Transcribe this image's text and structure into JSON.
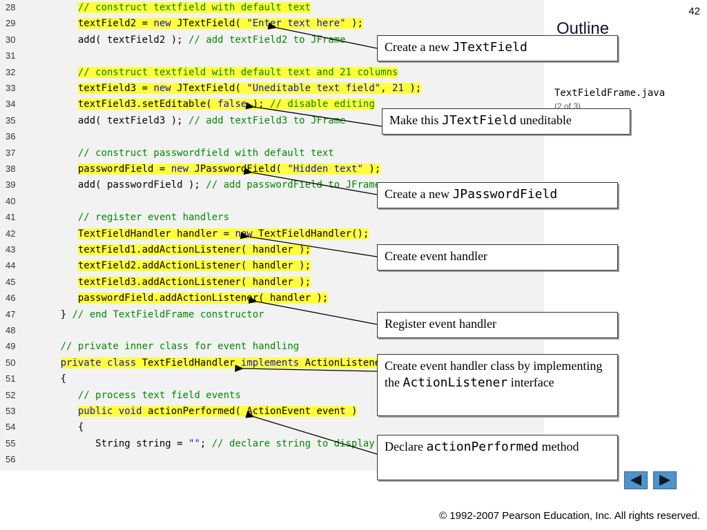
{
  "page_number": "42",
  "outline_title": "Outline",
  "sidebar": {
    "file_name": "TextFieldFrame.java",
    "page_info": "(2 of 3)"
  },
  "code_lines": [
    {
      "num": "28",
      "indent": 3,
      "hl": true,
      "tokens": [
        {
          "t": "// construct textfield with default text",
          "c": "cm"
        }
      ]
    },
    {
      "num": "29",
      "indent": 3,
      "hl": true,
      "tokens": [
        {
          "t": "textField2 = ",
          "c": ""
        },
        {
          "t": "new",
          "c": "kw"
        },
        {
          "t": " JTextField( ",
          "c": ""
        },
        {
          "t": "\"Enter text here\"",
          "c": "st"
        },
        {
          "t": " );",
          "c": ""
        }
      ]
    },
    {
      "num": "30",
      "indent": 3,
      "hl": false,
      "tokens": [
        {
          "t": "add( textField2 ); ",
          "c": ""
        },
        {
          "t": "// add textField2 to JFrame",
          "c": "cm"
        }
      ]
    },
    {
      "num": "31",
      "indent": 0,
      "hl": false,
      "tokens": []
    },
    {
      "num": "32",
      "indent": 3,
      "hl": true,
      "tokens": [
        {
          "t": "// construct textfield with default text and 21 columns",
          "c": "cm"
        }
      ]
    },
    {
      "num": "33",
      "indent": 3,
      "hl": true,
      "tokens": [
        {
          "t": "textField3 = ",
          "c": ""
        },
        {
          "t": "new",
          "c": "kw"
        },
        {
          "t": " JTextField( ",
          "c": ""
        },
        {
          "t": "\"Uneditable text field\"",
          "c": "st"
        },
        {
          "t": ", ",
          "c": ""
        },
        {
          "t": "21",
          "c": "nm"
        },
        {
          "t": " );",
          "c": ""
        }
      ]
    },
    {
      "num": "34",
      "indent": 3,
      "hl": true,
      "tokens": [
        {
          "t": "textField3.setEditable( ",
          "c": ""
        },
        {
          "t": "false",
          "c": "kw"
        },
        {
          "t": " ); ",
          "c": ""
        },
        {
          "t": "// disable editing",
          "c": "cm"
        }
      ]
    },
    {
      "num": "35",
      "indent": 3,
      "hl": false,
      "tokens": [
        {
          "t": "add( textField3 ); ",
          "c": ""
        },
        {
          "t": "// add textField3 to JFrame",
          "c": "cm"
        }
      ]
    },
    {
      "num": "36",
      "indent": 0,
      "hl": false,
      "tokens": []
    },
    {
      "num": "37",
      "indent": 3,
      "hl": false,
      "tokens": [
        {
          "t": "// construct passwordfield with default text",
          "c": "cm"
        }
      ]
    },
    {
      "num": "38",
      "indent": 3,
      "hl": true,
      "tokens": [
        {
          "t": "passwordField = ",
          "c": ""
        },
        {
          "t": "new",
          "c": "kw"
        },
        {
          "t": " JPasswordField( ",
          "c": ""
        },
        {
          "t": "\"Hidden text\"",
          "c": "st"
        },
        {
          "t": " );",
          "c": ""
        }
      ]
    },
    {
      "num": "39",
      "indent": 3,
      "hl": false,
      "tokens": [
        {
          "t": "add( passwordField ); ",
          "c": ""
        },
        {
          "t": "// add passwordField to JFrame",
          "c": "cm"
        }
      ]
    },
    {
      "num": "40",
      "indent": 0,
      "hl": false,
      "tokens": []
    },
    {
      "num": "41",
      "indent": 3,
      "hl": false,
      "tokens": [
        {
          "t": "// register event handlers",
          "c": "cm"
        }
      ]
    },
    {
      "num": "42",
      "indent": 3,
      "hl": true,
      "tokens": [
        {
          "t": "TextFieldHandler handler = ",
          "c": ""
        },
        {
          "t": "new",
          "c": "kw"
        },
        {
          "t": " TextFieldHandler();",
          "c": ""
        }
      ]
    },
    {
      "num": "43",
      "indent": 3,
      "hl": true,
      "tokens": [
        {
          "t": "textField1.addActionListener( handler );",
          "c": ""
        }
      ]
    },
    {
      "num": "44",
      "indent": 3,
      "hl": true,
      "tokens": [
        {
          "t": "textField2.addActionListener( handler );",
          "c": ""
        }
      ]
    },
    {
      "num": "45",
      "indent": 3,
      "hl": true,
      "tokens": [
        {
          "t": "textField3.addActionListener( handler );",
          "c": ""
        }
      ]
    },
    {
      "num": "46",
      "indent": 3,
      "hl": true,
      "tokens": [
        {
          "t": "passwordField.addActionListener( handler );",
          "c": ""
        }
      ]
    },
    {
      "num": "47",
      "indent": 2,
      "hl": false,
      "tokens": [
        {
          "t": "} ",
          "c": ""
        },
        {
          "t": "// end TextFieldFrame constructor",
          "c": "cm"
        }
      ]
    },
    {
      "num": "48",
      "indent": 0,
      "hl": false,
      "tokens": []
    },
    {
      "num": "49",
      "indent": 2,
      "hl": false,
      "tokens": [
        {
          "t": "// private inner class for event handling",
          "c": "cm"
        }
      ]
    },
    {
      "num": "50",
      "indent": 2,
      "hl": true,
      "tokens": [
        {
          "t": "private",
          "c": "kw"
        },
        {
          "t": " ",
          "c": ""
        },
        {
          "t": "class",
          "c": "kw"
        },
        {
          "t": " TextFieldHandler ",
          "c": ""
        },
        {
          "t": "implements",
          "c": "kw"
        },
        {
          "t": " ActionListener",
          "c": ""
        }
      ]
    },
    {
      "num": "51",
      "indent": 2,
      "hl": false,
      "tokens": [
        {
          "t": "{",
          "c": ""
        }
      ]
    },
    {
      "num": "52",
      "indent": 3,
      "hl": false,
      "tokens": [
        {
          "t": "// process text field events",
          "c": "cm"
        }
      ]
    },
    {
      "num": "53",
      "indent": 3,
      "hl": true,
      "tokens": [
        {
          "t": "public",
          "c": "kw"
        },
        {
          "t": " ",
          "c": ""
        },
        {
          "t": "void",
          "c": "kw"
        },
        {
          "t": " actionPerformed( ActionEvent event )",
          "c": ""
        }
      ]
    },
    {
      "num": "54",
      "indent": 3,
      "hl": false,
      "tokens": [
        {
          "t": "{",
          "c": ""
        }
      ]
    },
    {
      "num": "55",
      "indent": 4,
      "hl": false,
      "tokens": [
        {
          "t": "String string = ",
          "c": ""
        },
        {
          "t": "\"\"",
          "c": "st"
        },
        {
          "t": "; ",
          "c": ""
        },
        {
          "t": "// declare string to display",
          "c": "cm"
        }
      ]
    },
    {
      "num": "56",
      "indent": 0,
      "hl": false,
      "tokens": []
    }
  ],
  "callouts": [
    {
      "id": "create-jtextfield",
      "segments": [
        {
          "t": "Create a new ",
          "mono": false
        },
        {
          "t": "JTextField",
          "mono": true
        }
      ]
    },
    {
      "id": "make-uneditable",
      "segments": [
        {
          "t": "Make this ",
          "mono": false
        },
        {
          "t": "JTextField",
          "mono": true
        },
        {
          "t": " uneditable",
          "mono": false
        }
      ]
    },
    {
      "id": "create-jpasswordfield",
      "segments": [
        {
          "t": "Create a new ",
          "mono": false
        },
        {
          "t": "JPasswordField",
          "mono": true
        }
      ]
    },
    {
      "id": "create-event-handler",
      "segments": [
        {
          "t": "Create event handler",
          "mono": false
        }
      ]
    },
    {
      "id": "register-event-handler",
      "segments": [
        {
          "t": "Register event handler",
          "mono": false
        }
      ]
    },
    {
      "id": "create-handler-class",
      "segments": [
        {
          "t": "Create event handler class by implementing the ",
          "mono": false
        },
        {
          "t": "ActionListener",
          "mono": true
        },
        {
          "t": " interface",
          "mono": false
        }
      ]
    },
    {
      "id": "declare-action-performed",
      "segments": [
        {
          "t": "Declare ",
          "mono": false
        },
        {
          "t": "actionPerformed",
          "mono": true
        },
        {
          "t": " method",
          "mono": false
        }
      ]
    }
  ],
  "nav": {
    "prev_icon": "triangle-left-icon",
    "next_icon": "triangle-right-icon",
    "color": "#4f93c8"
  },
  "copyright": "© 1992-2007 Pearson Education, Inc.  All rights reserved."
}
